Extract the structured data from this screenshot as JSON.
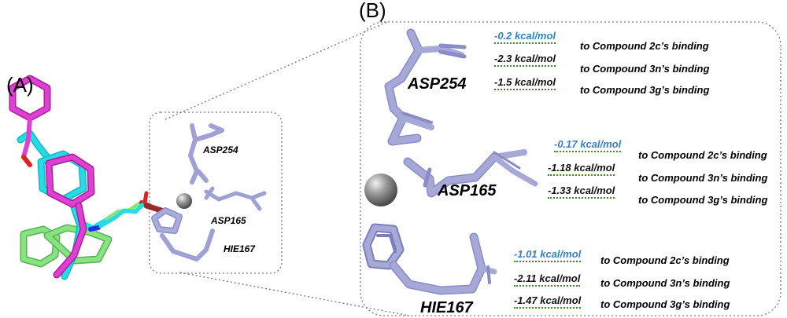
{
  "panels": {
    "a_label": "(A)",
    "b_label": "(B)"
  },
  "colors": {
    "highlight_energy": "#3a7ebf",
    "normal_energy": "#111111",
    "residue": "#a6a8d8",
    "metal": "#8c8c8c",
    "ligand_magenta": "#d63ac8",
    "ligand_cyan": "#1fd6e0",
    "ligand_green": "#7ee07a"
  },
  "small_labels": {
    "asp254": "ASP254",
    "asp165": "ASP165",
    "hie167": "HIE167"
  },
  "residues": [
    {
      "name": "ASP254",
      "contributions": [
        {
          "energy": "-0.2 kcal/mol",
          "target": "to Compound 2c’s binding",
          "highlight": true
        },
        {
          "energy": "-2.3 kcal/mol",
          "target": "to Compound 3n’s binding",
          "highlight": false
        },
        {
          "energy": "-1.5 kcal/mol",
          "target": "to Compound 3g’s binding",
          "highlight": false
        }
      ]
    },
    {
      "name": "ASP165",
      "contributions": [
        {
          "energy": "-0.17 kcal/mol",
          "target": "to Compound 2c’s binding",
          "highlight": true
        },
        {
          "energy": "-1.18 kcal/mol",
          "target": "to Compound 3n’s binding",
          "highlight": false
        },
        {
          "energy": "-1.33 kcal/mol",
          "target": "to Compound 3g’s binding",
          "highlight": false
        }
      ]
    },
    {
      "name": "HIE167",
      "contributions": [
        {
          "energy": "-1.01 kcal/mol",
          "target": "to Compound 2c’s binding",
          "highlight": true
        },
        {
          "energy": "-2.11 kcal/mol",
          "target": "to Compound 3n’s binding",
          "highlight": false
        },
        {
          "energy": "-1.47 kcal/mol",
          "target": "to Compound 3g’s binding",
          "highlight": false
        }
      ]
    }
  ]
}
